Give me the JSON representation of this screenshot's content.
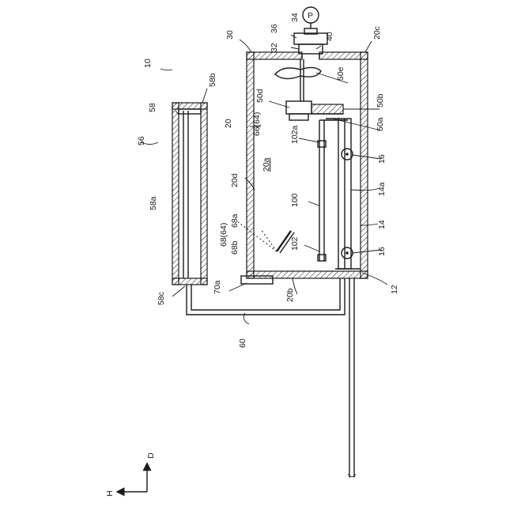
{
  "labels": {
    "l10": "10",
    "l12": "12",
    "l14": "14",
    "l14a": "14a",
    "l16a": "16",
    "l16b": "16",
    "l20": "20",
    "l20a": "20a",
    "l20b": "20b",
    "l20c": "20c",
    "l20d": "20d",
    "l30": "30",
    "l32": "32",
    "l34": "34",
    "l36": "36",
    "l40": "40",
    "l50a": "50a",
    "l50b": "50b",
    "l50d": "50d",
    "l50e": "50e",
    "l56": "56",
    "l58": "58",
    "l58a": "58a",
    "l58b": "58b",
    "l58c": "58c",
    "l60": "60",
    "l6664": "66(64)",
    "l6864": "68(64)",
    "l68a": "68a",
    "l68b": "68b",
    "l70a": "70a",
    "l100": "100",
    "l102": "102",
    "l102a": "102a",
    "pump": "P",
    "axisD": "D",
    "axisH": "H"
  }
}
